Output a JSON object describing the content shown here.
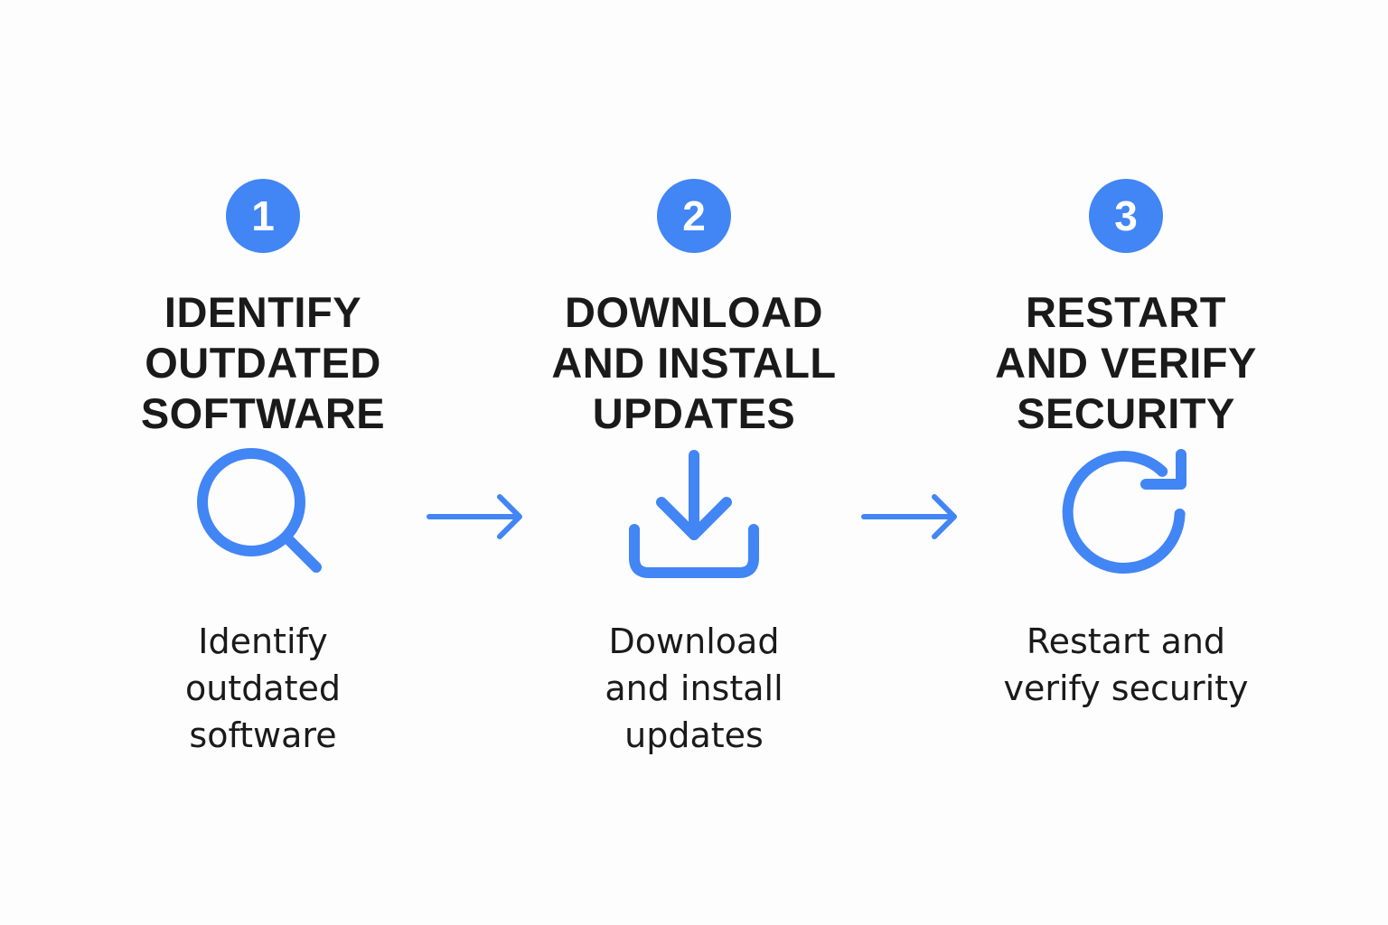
{
  "colors": {
    "accent": "#4285f4",
    "text": "#1a1a1a",
    "background": "#fdfdfd"
  },
  "steps": [
    {
      "number": "1",
      "title_lines": [
        "IDENTIFY",
        "OUTDATED",
        "SOFTWARE"
      ],
      "icon": "search-icon",
      "desc_lines": [
        "Identify",
        "outdated",
        "software"
      ]
    },
    {
      "number": "2",
      "title_lines": [
        "DOWNLOAD",
        "AND INSTALL",
        "UPDATES"
      ],
      "icon": "download-icon",
      "desc_lines": [
        "Download",
        "and install",
        "updates"
      ]
    },
    {
      "number": "3",
      "title_lines": [
        "RESTART",
        "AND VERIFY",
        "SECURITY"
      ],
      "icon": "refresh-icon",
      "desc_lines": [
        "Restart and",
        "verify security"
      ]
    }
  ],
  "connectors": [
    "arrow-right-icon",
    "arrow-right-icon"
  ]
}
